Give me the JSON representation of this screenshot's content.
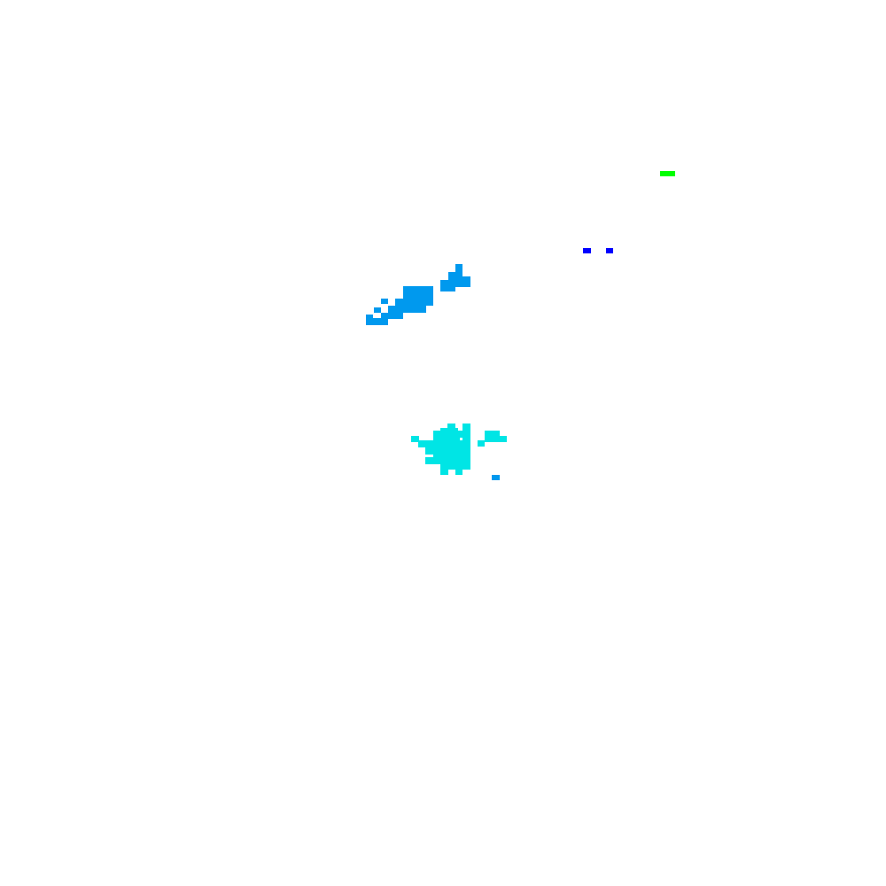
{
  "map": {
    "background_color": "#ffffff",
    "palette": {
      "green": "#00ff00",
      "blue": "#0000ff",
      "sky": "#0099ee",
      "cyan": "#00e5e5"
    },
    "cells": [
      {
        "id": "green-1",
        "color": "green"
      },
      {
        "id": "green-2",
        "color": "green"
      },
      {
        "id": "green-3",
        "color": "green"
      },
      {
        "id": "blue-1",
        "color": "blue"
      },
      {
        "id": "blue-2",
        "color": "blue"
      },
      {
        "id": "sky-1",
        "color": "sky"
      },
      {
        "id": "sky-2",
        "color": "sky"
      },
      {
        "id": "sky-3",
        "color": "sky"
      },
      {
        "id": "sky-4",
        "color": "sky"
      },
      {
        "id": "sky-5",
        "color": "sky"
      },
      {
        "id": "sky-6",
        "color": "sky"
      },
      {
        "id": "sky-7",
        "color": "sky"
      },
      {
        "id": "sky-8",
        "color": "sky"
      },
      {
        "id": "sky-9",
        "color": "sky"
      },
      {
        "id": "sky-10",
        "color": "sky"
      },
      {
        "id": "sky-11",
        "color": "sky"
      },
      {
        "id": "sky-12",
        "color": "sky"
      },
      {
        "id": "sky-13",
        "color": "sky"
      },
      {
        "id": "sky-14",
        "color": "sky"
      },
      {
        "id": "sky-15",
        "color": "sky"
      },
      {
        "id": "sky-16",
        "color": "sky"
      },
      {
        "id": "sky-17",
        "color": "sky"
      },
      {
        "id": "sky-18",
        "color": "sky"
      },
      {
        "id": "sky-19",
        "color": "sky"
      },
      {
        "id": "sky-20",
        "color": "sky"
      },
      {
        "id": "cyan-1",
        "color": "cyan"
      },
      {
        "id": "cyan-2",
        "color": "cyan"
      },
      {
        "id": "cyan-3",
        "color": "cyan"
      },
      {
        "id": "cyan-4",
        "color": "cyan"
      },
      {
        "id": "cyan-5",
        "color": "cyan"
      },
      {
        "id": "cyan-6",
        "color": "cyan"
      },
      {
        "id": "cyan-7",
        "color": "cyan"
      },
      {
        "id": "cyan-8",
        "color": "cyan"
      },
      {
        "id": "cyan-9",
        "color": "cyan"
      },
      {
        "id": "cyan-10",
        "color": "cyan"
      },
      {
        "id": "cyan-11",
        "color": "cyan"
      },
      {
        "id": "cyan-12",
        "color": "cyan"
      },
      {
        "id": "cyan-13",
        "color": "cyan"
      },
      {
        "id": "cyan-14",
        "color": "cyan"
      },
      {
        "id": "cyan-15",
        "color": "cyan"
      },
      {
        "id": "cyan-16",
        "color": "cyan"
      },
      {
        "id": "cyan-17",
        "color": "cyan"
      },
      {
        "id": "cyan-18",
        "color": "cyan"
      },
      {
        "id": "cyan-19",
        "color": "cyan"
      },
      {
        "id": "cyan-20",
        "color": "cyan"
      },
      {
        "id": "cyan-21",
        "color": "cyan"
      },
      {
        "id": "cyan-22",
        "color": "cyan"
      },
      {
        "id": "cyan-23",
        "color": "cyan"
      },
      {
        "id": "cyan-24",
        "color": "cyan"
      },
      {
        "id": "sky-21",
        "color": "sky"
      }
    ]
  }
}
